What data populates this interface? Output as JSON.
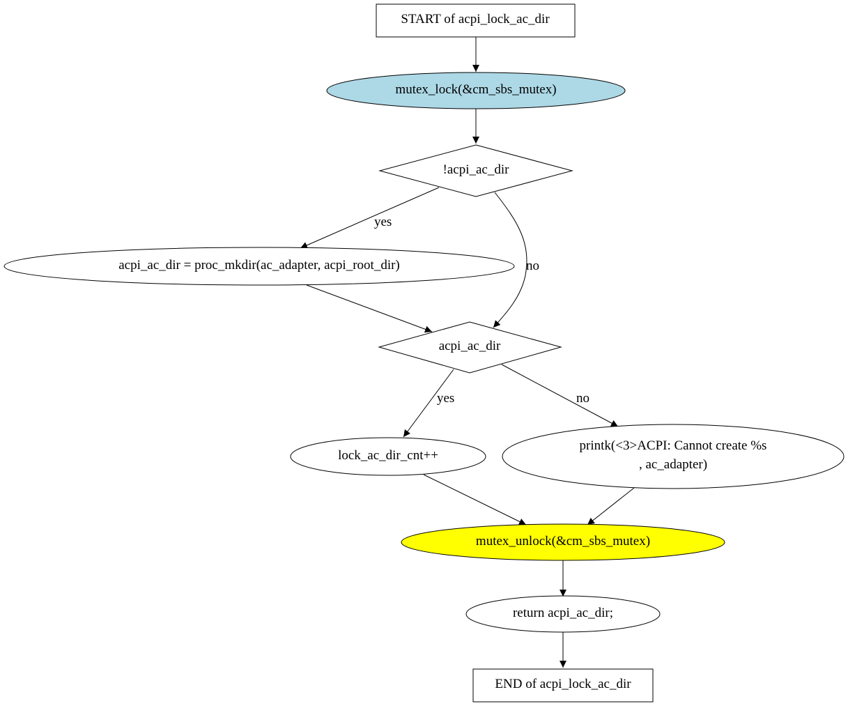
{
  "nodes": {
    "start": {
      "text": "START of acpi_lock_ac_dir",
      "fill": "#ffffff"
    },
    "mutex_lock": {
      "text": "mutex_lock(&cm_sbs_mutex)",
      "fill": "#add8e6"
    },
    "cond_not_dir": {
      "text": "!acpi_ac_dir",
      "fill": "#ffffff"
    },
    "mkdir": {
      "text": "acpi_ac_dir = proc_mkdir(ac_adapter, acpi_root_dir)",
      "fill": "#ffffff"
    },
    "cond_dir": {
      "text": "acpi_ac_dir",
      "fill": "#ffffff"
    },
    "cnt_inc": {
      "text": "lock_ac_dir_cnt++",
      "fill": "#ffffff"
    },
    "printk": {
      "line1": "printk(<3>ACPI: Cannot create %s",
      "line2": ", ac_adapter)",
      "fill": "#ffffff"
    },
    "mutex_unlock": {
      "text": "mutex_unlock(&cm_sbs_mutex)",
      "fill": "#ffff00"
    },
    "return": {
      "text": "return acpi_ac_dir;",
      "fill": "#ffffff"
    },
    "end": {
      "text": "END of acpi_lock_ac_dir",
      "fill": "#ffffff"
    }
  },
  "edge_labels": {
    "not_dir_yes": "yes",
    "not_dir_no": "no",
    "dir_yes": "yes",
    "dir_no": "no"
  }
}
